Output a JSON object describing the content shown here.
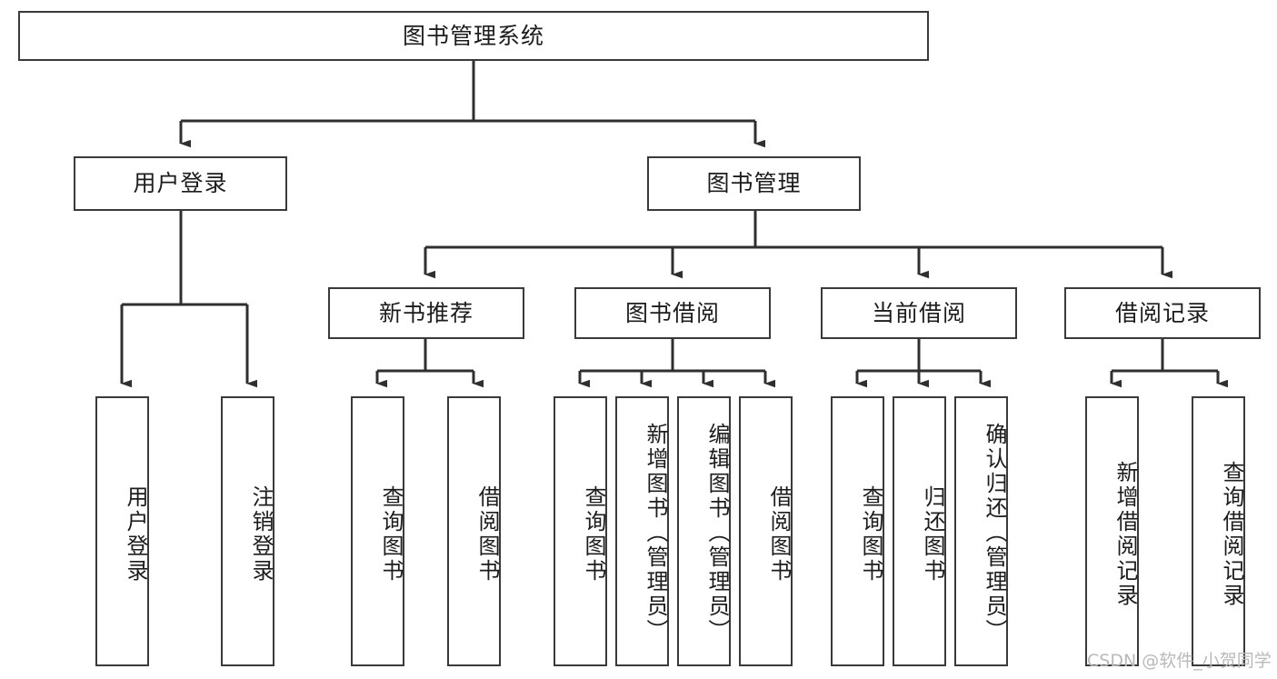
{
  "diagram": {
    "title": "图书管理系统",
    "type": "tree",
    "watermark": "CSDN @软件_小贺同学",
    "colors": {
      "box_border": "#3a3a3a",
      "box_fill": "#ffffff",
      "connector": "#2f2f2f",
      "text": "#1c1c1c",
      "watermark": "#b9b9b9",
      "background": "#ffffff"
    },
    "levels": {
      "root": {
        "label": "图书管理系统"
      },
      "level2": [
        {
          "label": "用户登录"
        },
        {
          "label": "图书管理"
        }
      ],
      "level3": [
        {
          "label": "新书推荐"
        },
        {
          "label": "图书借阅"
        },
        {
          "label": "当前借阅"
        },
        {
          "label": "借阅记录"
        }
      ],
      "leaves": [
        {
          "label": "用户登录",
          "parent": "用户登录"
        },
        {
          "label": "注销登录",
          "parent": "用户登录"
        },
        {
          "label": "查询图书",
          "parent": "新书推荐"
        },
        {
          "label": "借阅图书",
          "parent": "新书推荐"
        },
        {
          "label": "查询图书",
          "parent": "图书借阅"
        },
        {
          "label": "新增图书（管理员）",
          "parent": "图书借阅"
        },
        {
          "label": "编辑图书（管理员）",
          "parent": "图书借阅"
        },
        {
          "label": "借阅图书",
          "parent": "图书借阅"
        },
        {
          "label": "查询图书",
          "parent": "当前借阅"
        },
        {
          "label": "归还图书",
          "parent": "当前借阅"
        },
        {
          "label": "确认归还（管理员）",
          "parent": "当前借阅"
        },
        {
          "label": "新增借阅记录",
          "parent": "借阅记录"
        },
        {
          "label": "查询借阅记录",
          "parent": "借阅记录"
        }
      ]
    }
  }
}
